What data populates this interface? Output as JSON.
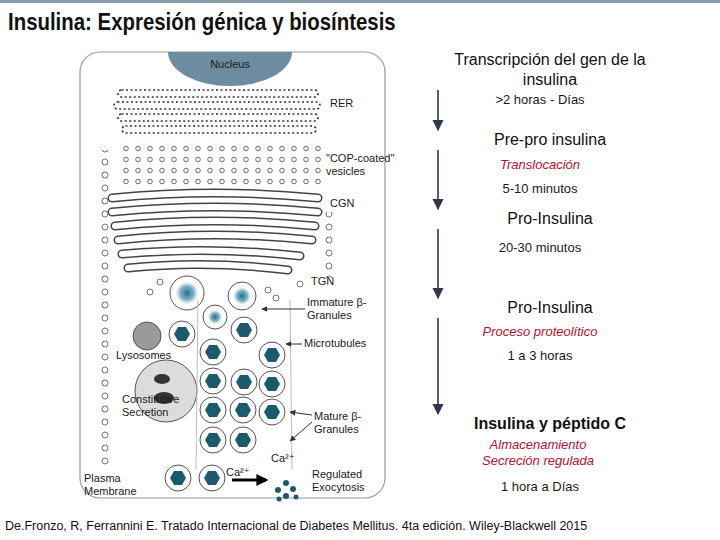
{
  "diagram": {
    "title": "Insulina: Expresión génica y biosíntesis",
    "caption": "De.Fronzo, R, Ferrannini E. Tratado Internacional de Diabetes Mellitus. 4ta edición. Wiley-Blackwell 2015",
    "nodes": [
      {
        "text": [
          "Nucleus"
        ]
      },
      {
        "text": [
          "Transcripción del gen de la insulina"
        ]
      },
      {
        "text": [
          "Pre-pro insulina"
        ]
      },
      {
        "text": [
          "Pro-Insulina"
        ]
      },
      {
        "text": [
          "Pro-Insulina"
        ]
      },
      {
        "text": [
          "Insulina y péptido C"
        ]
      }
    ],
    "edges": [
      {
        "from": 1,
        "to": 2,
        "arrow": "to"
      },
      {
        "from": 2,
        "to": 3,
        "arrow": "to"
      },
      {
        "from": 3,
        "to": 4,
        "arrow": "to"
      },
      {
        "from": 4,
        "to": 5,
        "arrow": "to"
      }
    ],
    "labels": [
      "RER",
      "\"COP-coated\" vesicles",
      "CGN",
      "TGN",
      "Immature β-Granules",
      "Lysosomes",
      "Microtubules",
      "Constitutive Secretion",
      "Mature β-Granules",
      "Plasma Membrane",
      "Ca²⁺",
      "Ca²⁺",
      "Regulated Exocytosis",
      ">2 horas - Días",
      "Translocación",
      "5-10 minutos",
      "20-30 minutos",
      "Proceso proteolítico",
      "1 a 3 horas",
      "Almacenamiento Secreción regulada",
      "1 hora a Días"
    ]
  }
}
